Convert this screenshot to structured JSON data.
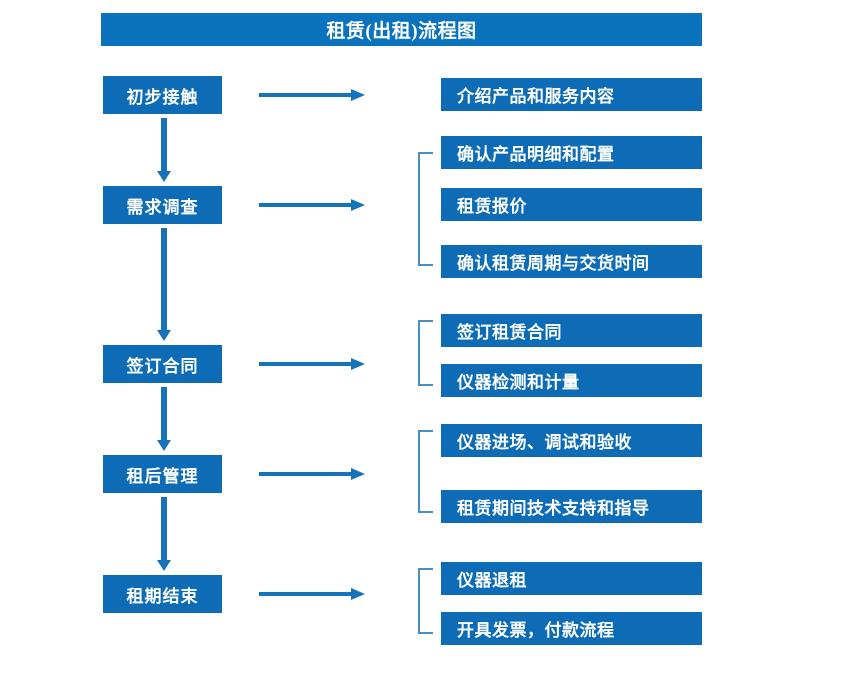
{
  "title": "租赁(出租)流程图",
  "colors": {
    "title_bar": "#0b72bd",
    "box": "#0d6cb5",
    "arrow": "#1672b9",
    "bracket": "#4a8ec4",
    "text": "#ffffff",
    "background": "#ffffff"
  },
  "stages": [
    {
      "label": "初步接触"
    },
    {
      "label": "需求调查"
    },
    {
      "label": "签订合同"
    },
    {
      "label": "租后管理"
    },
    {
      "label": "租期结束"
    }
  ],
  "details": [
    {
      "label": "介绍产品和服务内容"
    },
    {
      "label": "确认产品明细和配置"
    },
    {
      "label": "租赁报价"
    },
    {
      "label": "确认租赁周期与交货时间"
    },
    {
      "label": "签订租赁合同"
    },
    {
      "label": "仪器检测和计量"
    },
    {
      "label": "仪器进场、调试和验收"
    },
    {
      "label": "租赁期间技术支持和指导"
    },
    {
      "label": "仪器退租"
    },
    {
      "label": "开具发票，付款流程"
    }
  ],
  "chart_data": {
    "type": "diagram",
    "title": "租赁(出租)流程图",
    "diagram_kind": "flowchart",
    "stages": [
      {
        "stage": "初步接触",
        "outputs": [
          "介绍产品和服务内容"
        ],
        "grouped": false
      },
      {
        "stage": "需求调查",
        "outputs": [
          "确认产品明细和配置",
          "租赁报价",
          "确认租赁周期与交货时间"
        ],
        "grouped": true
      },
      {
        "stage": "签订合同",
        "outputs": [
          "签订租赁合同",
          "仪器检测和计量"
        ],
        "grouped": true
      },
      {
        "stage": "租后管理",
        "outputs": [
          "仪器进场、调试和验收",
          "租赁期间技术支持和指导"
        ],
        "grouped": true
      },
      {
        "stage": "租期结束",
        "outputs": [
          "仪器退租",
          "开具发票，付款流程"
        ],
        "grouped": true
      }
    ],
    "flow_direction": "top-to-bottom for stages, left-to-right for outputs",
    "connector_count": {
      "vertical_arrows": 4,
      "horizontal_arrows": 5,
      "brackets": 4
    }
  }
}
